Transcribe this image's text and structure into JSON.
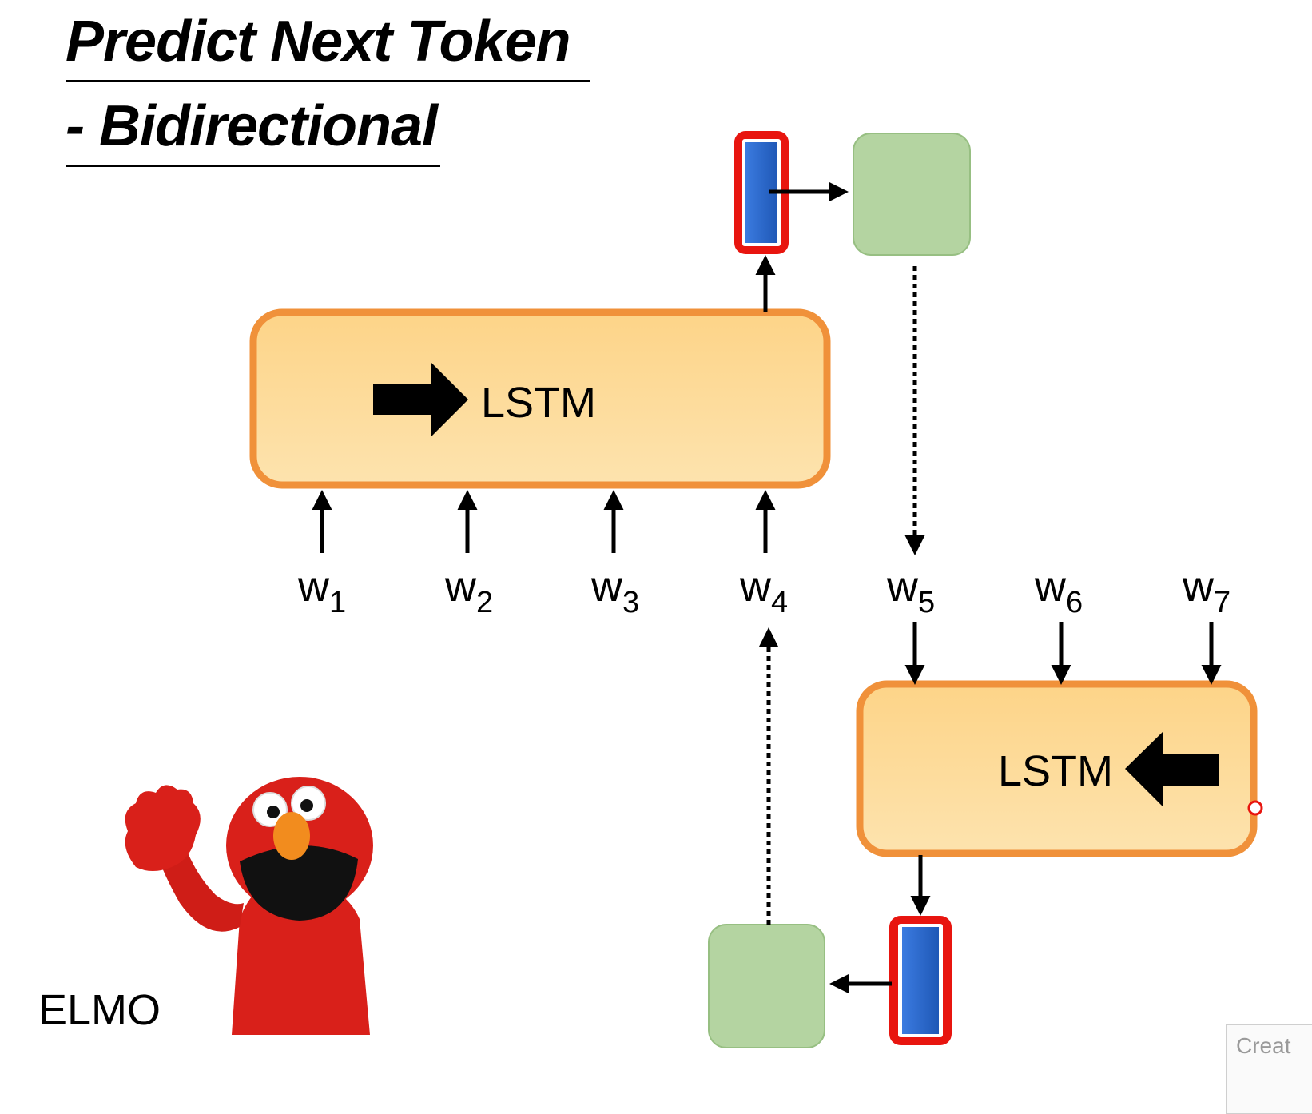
{
  "title": {
    "line1": "Predict Next Token",
    "line2": "- Bidirectional"
  },
  "lstm_forward": {
    "label": "LSTM",
    "direction": "left-to-right"
  },
  "lstm_backward": {
    "label": "LSTM",
    "direction": "right-to-left"
  },
  "tokens": [
    {
      "base": "w",
      "sub": "1"
    },
    {
      "base": "w",
      "sub": "2"
    },
    {
      "base": "w",
      "sub": "3"
    },
    {
      "base": "w",
      "sub": "4"
    },
    {
      "base": "w",
      "sub": "5"
    },
    {
      "base": "w",
      "sub": "6"
    },
    {
      "base": "w",
      "sub": "7"
    }
  ],
  "caption": "ELMO",
  "watermark": "Creat",
  "colors": {
    "lstm_fill": "#fdd991",
    "lstm_border": "#f0913a",
    "hidden_vector_fill": "#2f6fce",
    "hidden_vector_border": "#e8150f",
    "output_box_fill": "#b3d3a0",
    "output_box_border": "#94bc7d",
    "elmo_red": "#d9201a",
    "elmo_nose": "#f28c1e"
  }
}
